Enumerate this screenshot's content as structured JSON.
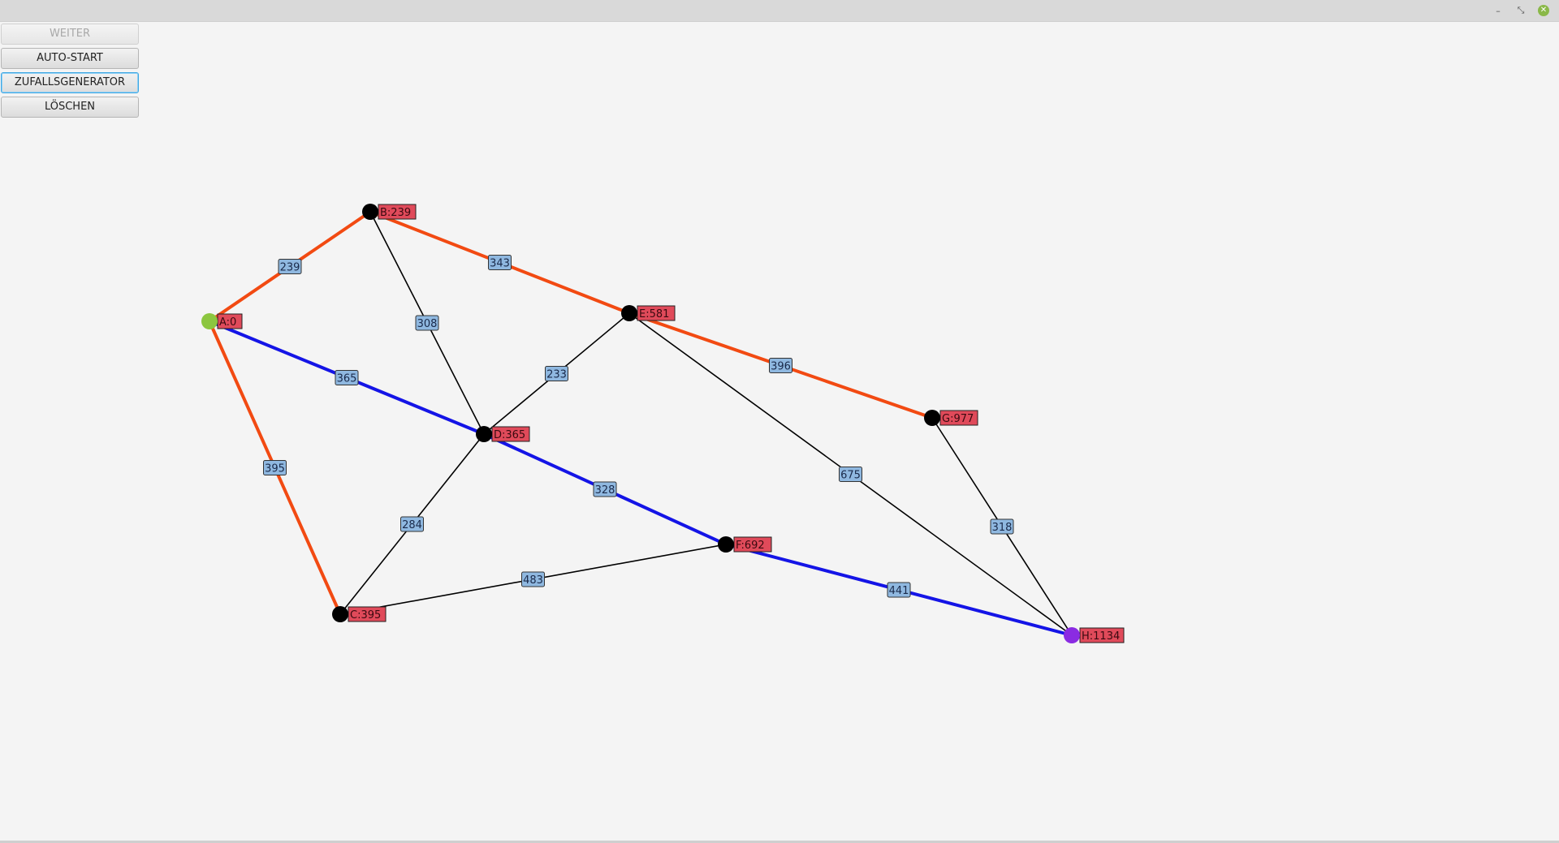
{
  "window": {
    "controls": [
      "minimize-icon",
      "restore-icon",
      "close-icon"
    ],
    "minimize_glyph": "–",
    "restore_glyph": "⤡",
    "close_glyph": "✕"
  },
  "buttons": {
    "weiter": "WEITER",
    "auto_start": "AUTO-START",
    "zufallsgenerator": "ZUFALLSGENERATOR",
    "loeschen": "LÖSCHEN"
  },
  "colors": {
    "edge_default": "#000000",
    "edge_orange": "#f24a12",
    "edge_blue": "#1414e6",
    "node_default": "#000000",
    "node_start": "#8cc63f",
    "node_target": "#8a2be2",
    "node_label_bg": "#e04a5a",
    "edge_label_bg": "#8fb8e0"
  },
  "graph": {
    "nodes": [
      {
        "id": "A",
        "label": "A:0",
        "role": "start"
      },
      {
        "id": "B",
        "label": "B:239",
        "role": "normal"
      },
      {
        "id": "C",
        "label": "C:395",
        "role": "normal"
      },
      {
        "id": "D",
        "label": "D:365",
        "role": "normal"
      },
      {
        "id": "E",
        "label": "E:581",
        "role": "normal"
      },
      {
        "id": "F",
        "label": "F:692",
        "role": "normal"
      },
      {
        "id": "G",
        "label": "G:977",
        "role": "normal"
      },
      {
        "id": "H",
        "label": "H:1134",
        "role": "target"
      }
    ],
    "edges": [
      {
        "from": "A",
        "to": "B",
        "weight": "239",
        "style": "orange"
      },
      {
        "from": "B",
        "to": "E",
        "weight": "343",
        "style": "orange"
      },
      {
        "from": "E",
        "to": "G",
        "weight": "396",
        "style": "orange"
      },
      {
        "from": "A",
        "to": "C",
        "weight": "395",
        "style": "orange"
      },
      {
        "from": "A",
        "to": "D",
        "weight": "365",
        "style": "blue"
      },
      {
        "from": "D",
        "to": "F",
        "weight": "328",
        "style": "blue"
      },
      {
        "from": "F",
        "to": "H",
        "weight": "441",
        "style": "blue"
      },
      {
        "from": "B",
        "to": "D",
        "weight": "308",
        "style": "default"
      },
      {
        "from": "D",
        "to": "E",
        "weight": "233",
        "style": "default"
      },
      {
        "from": "D",
        "to": "C",
        "weight": "284",
        "style": "default"
      },
      {
        "from": "C",
        "to": "F",
        "weight": "483",
        "style": "default"
      },
      {
        "from": "E",
        "to": "H",
        "weight": "675",
        "style": "default"
      },
      {
        "from": "G",
        "to": "H",
        "weight": "318",
        "style": "default"
      }
    ]
  }
}
